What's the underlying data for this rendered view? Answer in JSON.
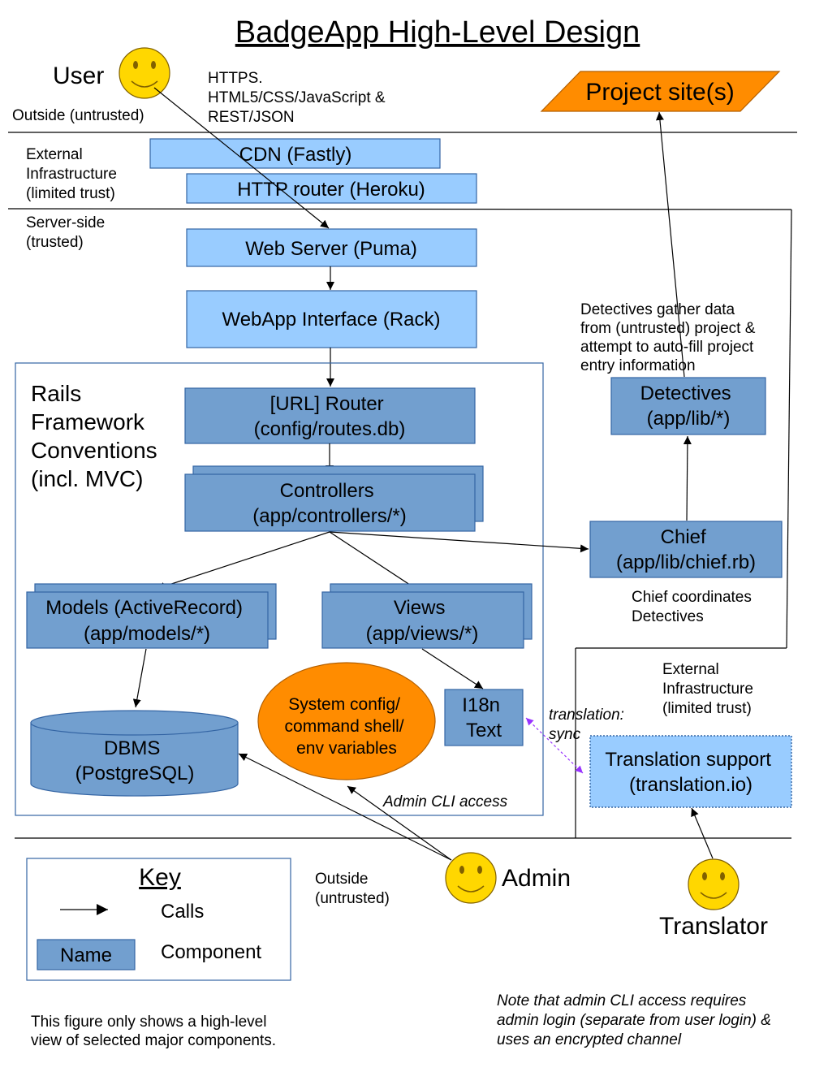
{
  "title": "BadgeApp High-Level Design",
  "zones": {
    "outside_top": "Outside (untrusted)",
    "external_top": [
      "External",
      "Infrastructure",
      "(limited trust)"
    ],
    "server_side": [
      "Server-side",
      "(trusted)"
    ],
    "external_right": [
      "External",
      "Infrastructure",
      "(limited trust)"
    ],
    "outside_bottom": [
      "Outside",
      "(untrusted)"
    ]
  },
  "actors": {
    "user": "User",
    "admin": "Admin",
    "translator": "Translator"
  },
  "protocol_note": [
    "HTTPS.",
    "HTML5/CSS/JavaScript &",
    "REST/JSON"
  ],
  "project_site": "Project site(s)",
  "components": {
    "cdn": "CDN (Fastly)",
    "http_router": "HTTP router (Heroku)",
    "web_server": "Web Server (Puma)",
    "webapp_interface": "WebApp Interface (Rack)",
    "rails_framework": [
      "Rails",
      "Framework",
      "Conventions",
      "(incl. MVC)"
    ],
    "url_router": [
      "[URL] Router",
      "(config/routes.db)"
    ],
    "controllers": [
      "Controllers",
      "(app/controllers/*)"
    ],
    "models": [
      "Models (ActiveRecord)",
      "(app/models/*)"
    ],
    "views": [
      "Views",
      "(app/views/*)"
    ],
    "dbms": [
      "DBMS",
      "(PostgreSQL)"
    ],
    "system_config": [
      "System config/",
      "command shell/",
      "env variables"
    ],
    "i18n": [
      "I18n",
      "Text"
    ],
    "detectives": [
      "Detectives",
      "(app/lib/*)"
    ],
    "chief": [
      "Chief",
      "(app/lib/chief.rb)"
    ],
    "translation_support": [
      "Translation support",
      "(translation.io)"
    ]
  },
  "notes": {
    "detectives_note": [
      "Detectives gather data",
      "from (untrusted) project &",
      "attempt to auto-fill project",
      "entry information"
    ],
    "chief_note": [
      "Chief coordinates",
      "Detectives"
    ],
    "translation_sync": [
      "translation:",
      "sync"
    ],
    "admin_cli": "Admin CLI access",
    "figure_note": [
      "This figure only shows a high-level",
      "view of selected major components."
    ],
    "admin_note": [
      "Note that admin CLI access requires",
      "admin login (separate from user login) &",
      "uses an encrypted channel"
    ]
  },
  "key": {
    "title": "Key",
    "calls": "Calls",
    "name_box": "Name",
    "component": "Component"
  },
  "colors": {
    "light_component": "#99ccff",
    "dark_component": "#729fcf",
    "border": "#3465a4",
    "orange": "#ff8c00",
    "face": "#ffd700",
    "sync_arrow": "#9933ff"
  }
}
